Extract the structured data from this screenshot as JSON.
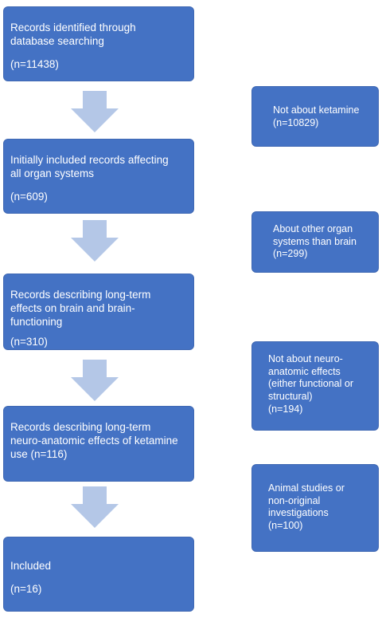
{
  "main_boxes": [
    {
      "text": "Records identified through\ndatabase searching",
      "count": "(n=11438)"
    },
    {
      "text": "Initially included records affecting\nall organ systems",
      "count": "(n=609)"
    },
    {
      "text": "Records describing long-term\neffects on brain and brain-\nfunctioning",
      "count": "(n=310)"
    },
    {
      "text": "Records describing long-term\nneuro-anatomic effects of ketamine\nuse (n=116)",
      "count": ""
    },
    {
      "text": "Included",
      "count": "(n=16)"
    }
  ],
  "side_boxes": [
    {
      "text": "Not about ketamine\n(n=10829)"
    },
    {
      "text": "About other organ\nsystems than brain\n(n=299)"
    },
    {
      "text": "Not about neuro-\nanatomic effects\n(either functional or\nstructural)\n(n=194)"
    },
    {
      "text": "Animal studies or\nnon-original\ninvestigations\n(n=100)"
    }
  ],
  "colors": {
    "box": "#4472c4",
    "arrow": "#b4c7e7",
    "text": "#ffffff"
  }
}
